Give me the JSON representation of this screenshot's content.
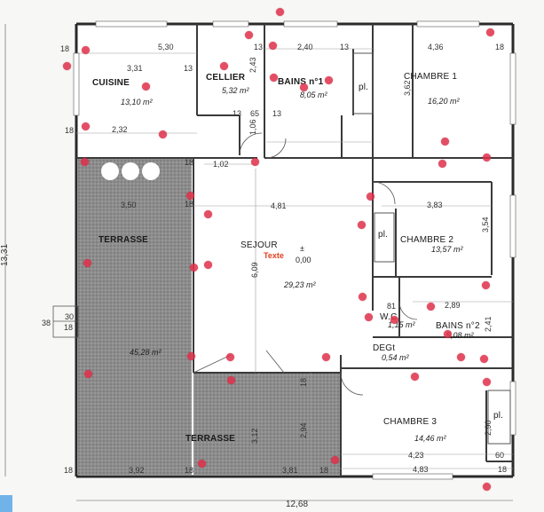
{
  "rooms": {
    "cuisine": {
      "label": "CUISINE",
      "area": "13,10 m²"
    },
    "cellier": {
      "label": "CELLIER",
      "area": "5,32 m²"
    },
    "bains1": {
      "label": "BAINS n°1",
      "area": "8,05 m²"
    },
    "pl1": {
      "label": "pl."
    },
    "chambre1": {
      "label": "CHAMBRE 1",
      "area": "16,20 m²"
    },
    "terrasse1": {
      "label": "TERRASSE",
      "area": "45,28 m²"
    },
    "sejour": {
      "label": "SEJOUR",
      "area": "29,23 m²",
      "level": "0,00"
    },
    "pl2": {
      "label": "pl."
    },
    "chambre2": {
      "label": "CHAMBRE 2",
      "area": "13,57 m²"
    },
    "wc": {
      "label": "W.C",
      "area": "1,15 m²"
    },
    "bains2": {
      "label": "BAINS n°2",
      "area": "5,08 m²"
    },
    "deg": {
      "label": "DEGt",
      "area": "0,54 m²"
    },
    "terrasse2": {
      "label": "TERRASSE"
    },
    "chambre3": {
      "label": "CHAMBRE 3",
      "area": "14,46 m²"
    },
    "pl3": {
      "label": "pl."
    }
  },
  "annotation": {
    "texte": "Texte",
    "plus": "±"
  },
  "dims": {
    "d530": "5,30",
    "d331": "3,31",
    "d13a": "13",
    "d13b": "13",
    "d13c": "13",
    "d240": "2,40",
    "d436": "4,36",
    "d18a": "18",
    "d18b": "18",
    "d18c": "18",
    "d18d": "18",
    "d18e": "18",
    "d232": "2,32",
    "d102": "1,02",
    "d350": "3,50",
    "d481": "4,81",
    "d383": "3,83",
    "d65": "65",
    "d243": "2,43",
    "d362": "3,62",
    "d106": "1,06",
    "d354": "3,54",
    "d609": "6,09",
    "d81": "81",
    "d289": "2,89",
    "d241": "2,41",
    "d30": "30",
    "d38": "38",
    "d392": "3,92",
    "d381": "3,81",
    "d423": "4,23",
    "d483": "4,83",
    "d60": "60",
    "d290": "2,90",
    "d312": "3,12",
    "d294": "2,94",
    "d1268": "12,68",
    "d1331": "13,31",
    "d18f": "18",
    "d18g": "18",
    "d18h": "18",
    "d18i": "18",
    "d18j": "18",
    "d18k": "18",
    "d13d": "13",
    "d13e": "13"
  },
  "colors": {
    "wall": "#2a2a2a",
    "terrace": "#8c8c8c",
    "marker": "#e0304a",
    "floor": "#ffffff"
  }
}
